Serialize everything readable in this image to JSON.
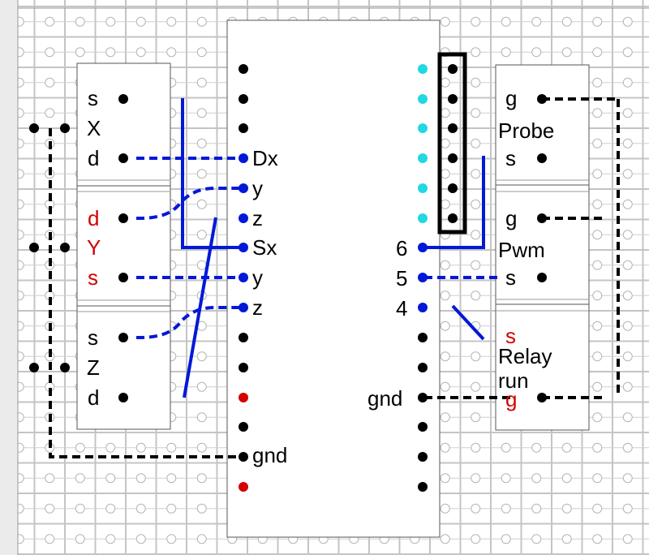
{
  "colors": {
    "black": "#000000",
    "blue": "#0018d8",
    "red": "#d50000",
    "cyan": "#22d8e2",
    "grid": "#c4c4c4",
    "board_border": "#555555",
    "left_gutter": "#ebebeb"
  },
  "labels": {
    "x_module": {
      "s": "s",
      "x": "X",
      "d": "d"
    },
    "y_module": {
      "d": "d",
      "y": "Y",
      "s": "s"
    },
    "z_module": {
      "s": "s",
      "z": "Z",
      "d": "d"
    },
    "board_left": {
      "dx": "Dx",
      "y1": "y",
      "z1": "z",
      "sx": "Sx",
      "y2": "y",
      "z2": "z",
      "gnd": "gnd"
    },
    "board_right": {
      "p6": "6",
      "p5": "5",
      "p4": "4",
      "gnd": "gnd"
    },
    "probe_module": {
      "g": "g",
      "name": "Probe",
      "s": "s"
    },
    "pwm_module": {
      "g": "g",
      "name": "Pwm",
      "s": "s"
    },
    "relay_module": {
      "s": "s",
      "name_1": "Relay",
      "name_2": "run",
      "g": "g"
    }
  }
}
